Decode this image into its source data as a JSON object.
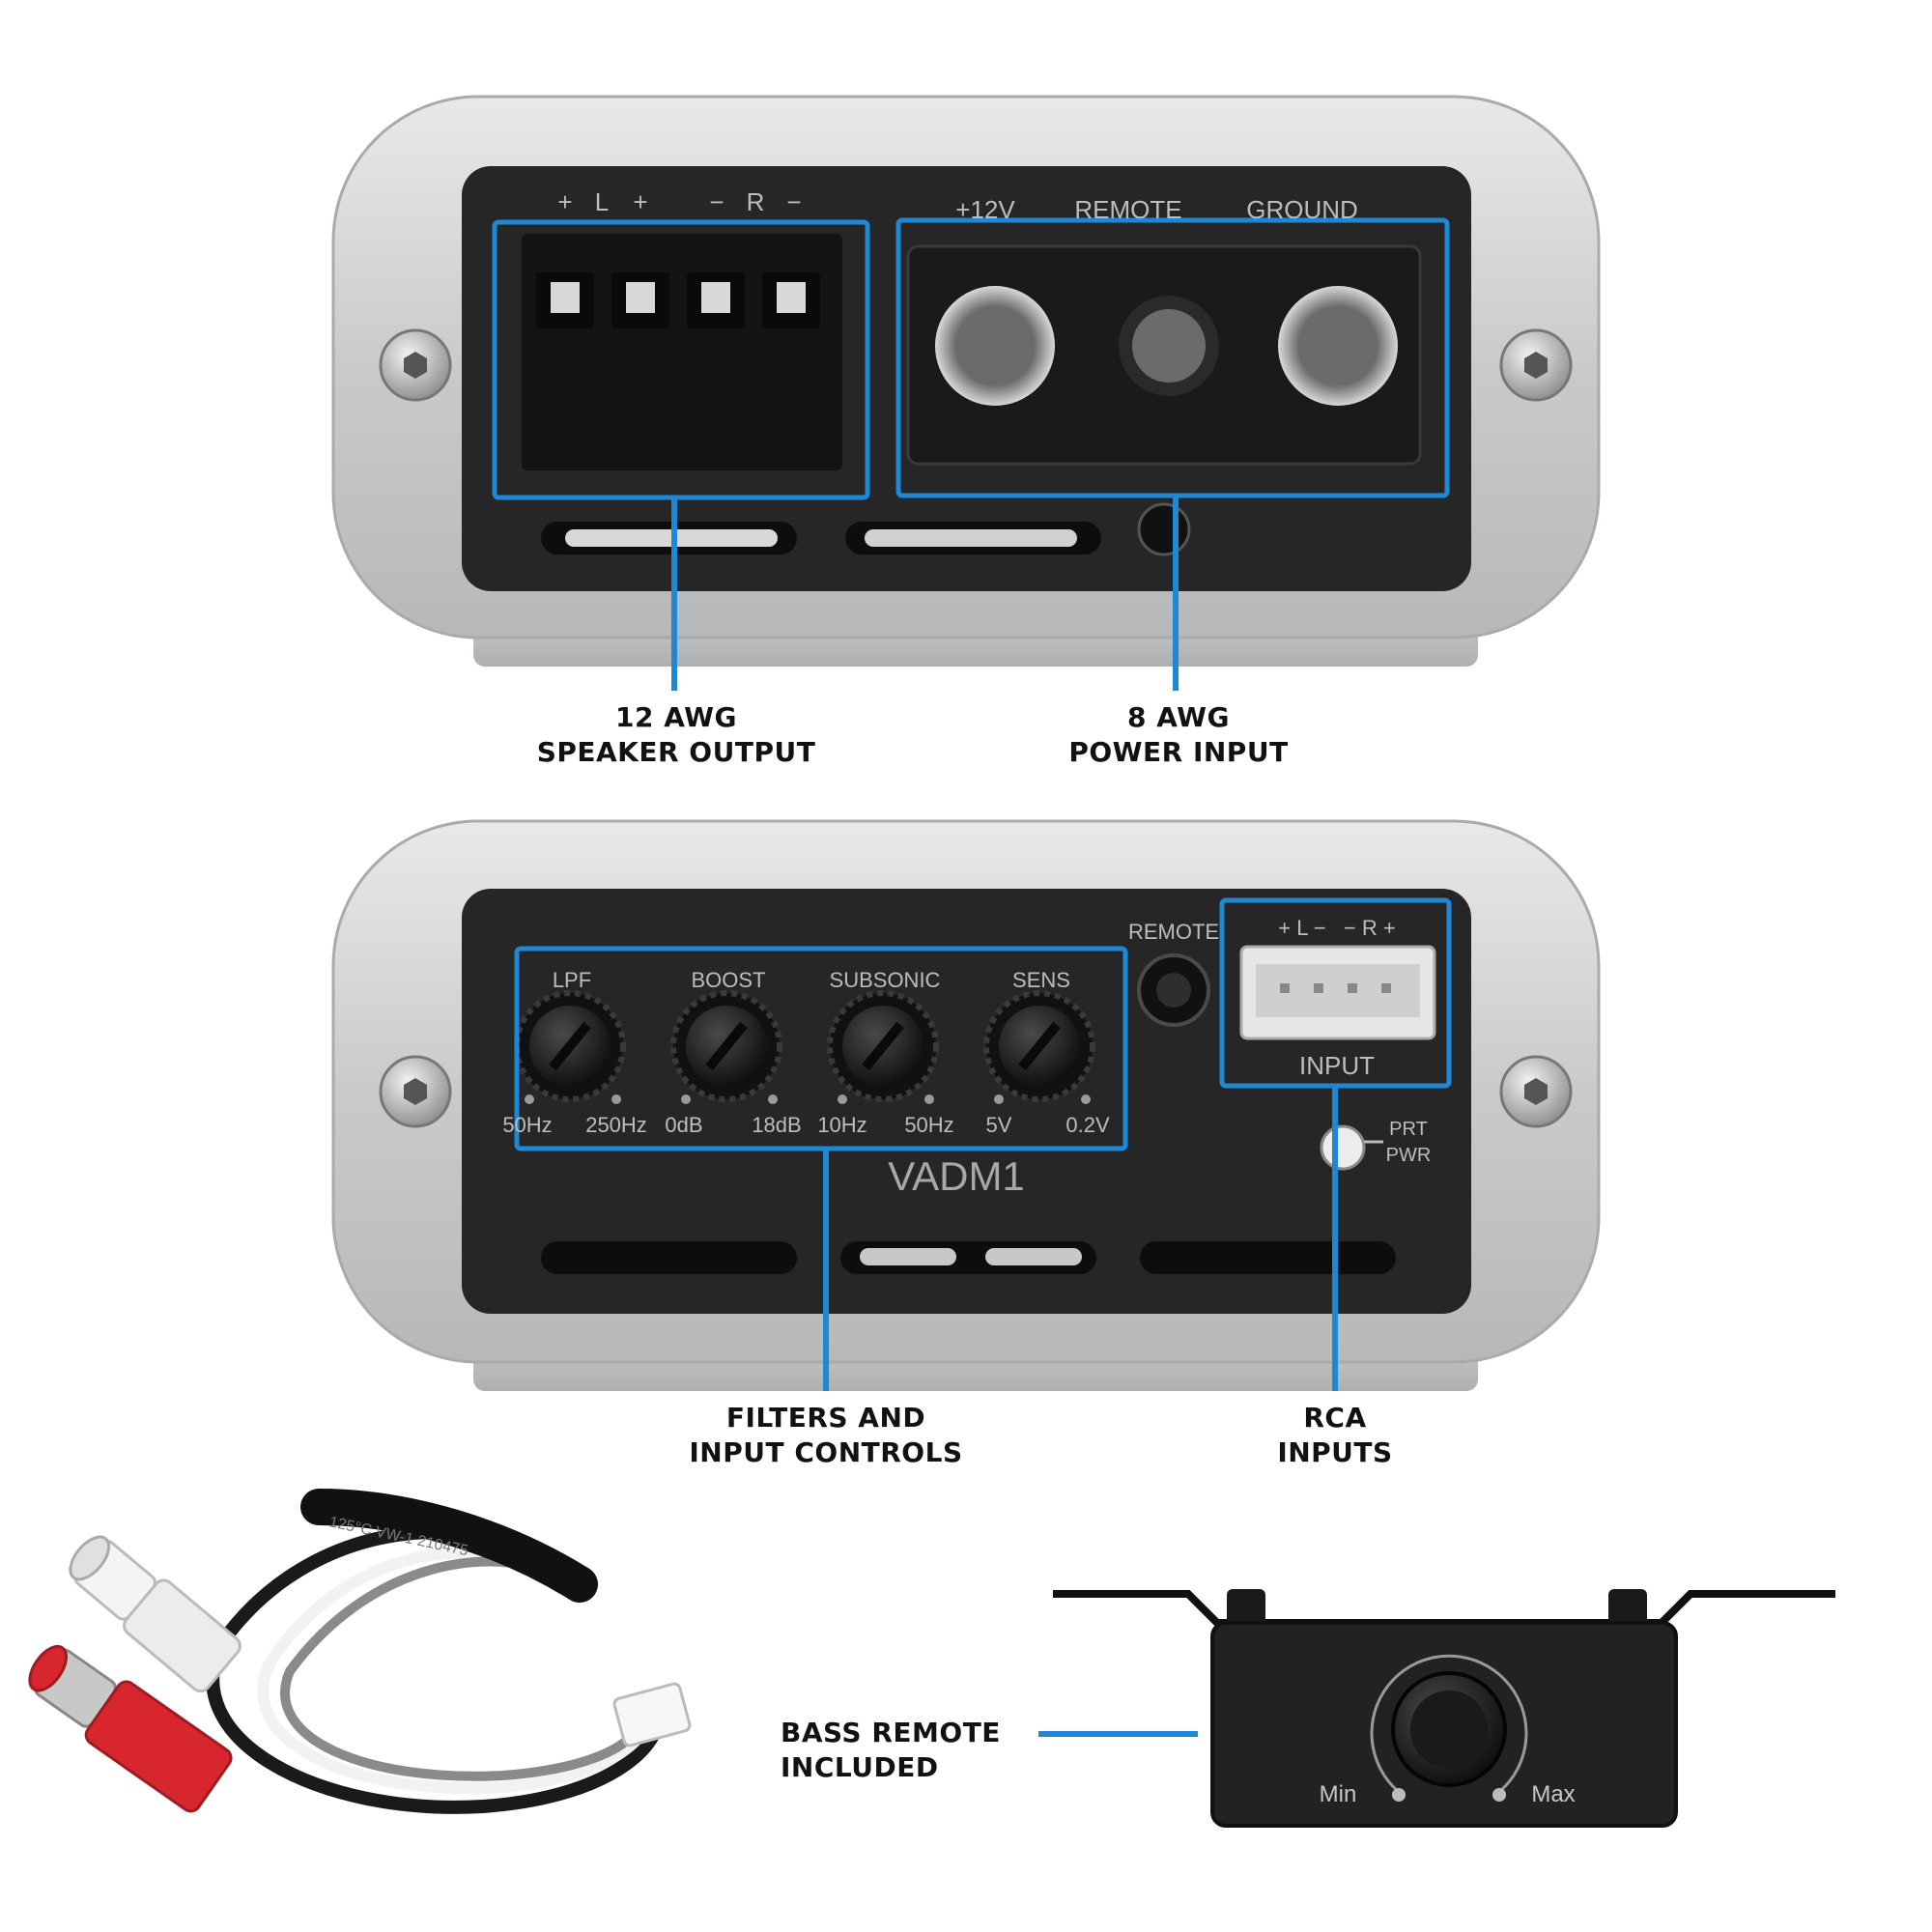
{
  "colors": {
    "accent": "#1e88d6",
    "panel": "#262626",
    "chassis": "#cfd0d2",
    "text": "#111111"
  },
  "top_panel": {
    "speaker_labels": [
      "+",
      "L",
      "+",
      "−",
      "R",
      "−"
    ],
    "power_labels": [
      "+12V",
      "REMOTE",
      "GROUND"
    ]
  },
  "callouts": {
    "speaker": {
      "line1": "12 AWG",
      "line2": "SPEAKER OUTPUT"
    },
    "power": {
      "line1": "8 AWG",
      "line2": "POWER INPUT"
    },
    "filters": {
      "line1": "FILTERS AND",
      "line2": "INPUT CONTROLS"
    },
    "rca": {
      "line1": "RCA",
      "line2": "INPUTS"
    },
    "remote": {
      "line1": "BASS REMOTE",
      "line2": "INCLUDED"
    }
  },
  "bottom_panel": {
    "knobs": [
      {
        "name": "LPF",
        "min": "50Hz",
        "max": "250Hz"
      },
      {
        "name": "BOOST",
        "min": "0dB",
        "max": "18dB"
      },
      {
        "name": "SUBSONIC",
        "min": "10Hz",
        "max": "50Hz"
      },
      {
        "name": "SENS",
        "min": "5V",
        "max": "0.2V"
      }
    ],
    "remote_port_label": "REMOTE",
    "input_labels": "+ L −   − R +",
    "input_label": "INPUT",
    "led_labels": {
      "line1": "PRT",
      "line2": "PWR"
    },
    "model": "VADM1"
  },
  "cable": {
    "print": "125°C  VW-1  210475"
  },
  "bass_remote": {
    "min": "Min",
    "max": "Max"
  }
}
